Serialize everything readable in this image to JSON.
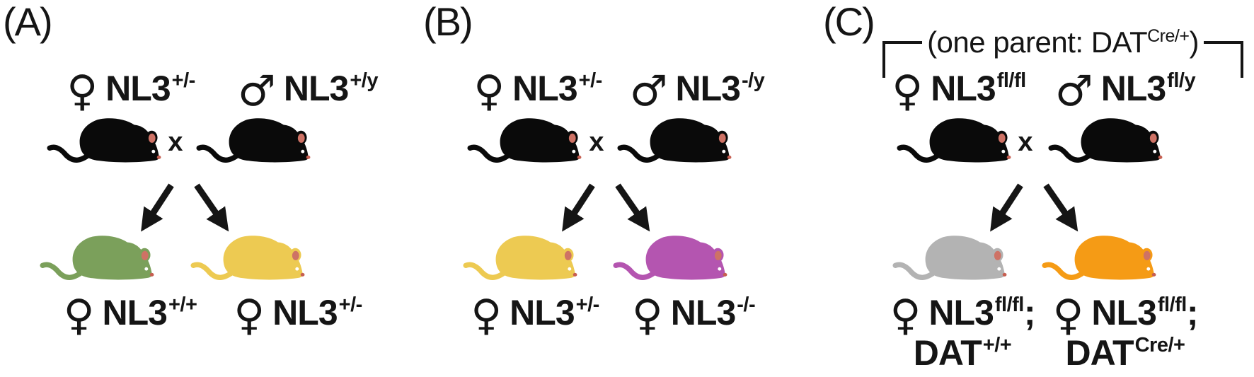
{
  "figure": {
    "colors": {
      "text": "#151515",
      "mouse_black": "#0a0a0a",
      "ear_inner": "#ce7265",
      "nose": "#c75f51",
      "eye": "#ffffff",
      "offspring_green": "#7ba05b",
      "offspring_yellow": "#edca52",
      "offspring_magenta": "#b455b0",
      "offspring_gray": "#b3b3b3",
      "offspring_orange": "#f59b15"
    },
    "panels": [
      {
        "label": "(A)",
        "cross": "x",
        "parent_mouse_color": "#0a0a0a",
        "parents": {
          "female": {
            "symbol": "♀",
            "gene": "NL3",
            "allele": "+/-"
          },
          "male": {
            "symbol": "♂",
            "gene": "NL3",
            "allele": "+/y"
          }
        },
        "offspring": [
          {
            "symbol": "♀",
            "gene": "NL3",
            "allele": "+/+",
            "color": "#7ba05b"
          },
          {
            "symbol": "♀",
            "gene": "NL3",
            "allele": "+/-",
            "color": "#edca52"
          }
        ]
      },
      {
        "label": "(B)",
        "cross": "x",
        "parent_mouse_color": "#0a0a0a",
        "parents": {
          "female": {
            "symbol": "♀",
            "gene": "NL3",
            "allele": "+/-"
          },
          "male": {
            "symbol": "♂",
            "gene": "NL3",
            "allele": "-/y"
          }
        },
        "offspring": [
          {
            "symbol": "♀",
            "gene": "NL3",
            "allele": "+/-",
            "color": "#edca52"
          },
          {
            "symbol": "♀",
            "gene": "NL3",
            "allele": "-/-",
            "color": "#b455b0"
          }
        ]
      },
      {
        "label": "(C)",
        "cross": "x",
        "parent_mouse_color": "#0a0a0a",
        "bracket_note": {
          "prefix": "(one parent: DAT",
          "sup": "Cre/+",
          "suffix": ")"
        },
        "parents": {
          "female": {
            "symbol": "♀",
            "gene": "NL3",
            "allele": "fl/fl"
          },
          "male": {
            "symbol": "♂",
            "gene": "NL3",
            "allele": "fl/y"
          }
        },
        "offspring": [
          {
            "symbol": "♀",
            "gene": "NL3",
            "allele": "fl/fl",
            "separator": ";",
            "gene2": "DAT",
            "allele2": "+/+",
            "color": "#b3b3b3"
          },
          {
            "symbol": "♀",
            "gene": "NL3",
            "allele": "fl/fl",
            "separator": ";",
            "gene2": "DAT",
            "allele2": "Cre/+",
            "color": "#f59b15"
          }
        ]
      }
    ]
  }
}
